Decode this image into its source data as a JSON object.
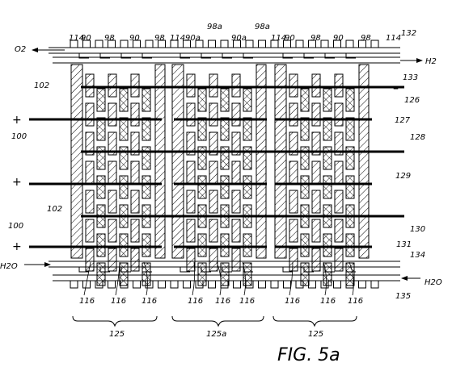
{
  "figure": {
    "caption": "FIG. 5a",
    "labels": {
      "top_refs": [
        "114",
        "90",
        "98",
        "90",
        "98",
        "114",
        "90a",
        "98a",
        "90a",
        "98a",
        "114",
        "90",
        "98",
        "90",
        "98",
        "114"
      ],
      "top_ref_132": "132",
      "o2": "O2",
      "h2": "H2",
      "r133": "133",
      "r126": "126",
      "r102a": "102",
      "r102b": "102",
      "r100a": "100",
      "r100b": "100",
      "r127": "127",
      "r128": "128",
      "r129": "129",
      "r130": "130",
      "r131": "131",
      "r134": "134",
      "r135": "135",
      "h2o_left": "H2O",
      "h2o_right": "H2O",
      "bottom_refs": [
        "116",
        "116",
        "116",
        "116",
        "116",
        "116",
        "116",
        "116",
        "116"
      ],
      "groups": [
        "125",
        "125a",
        "125"
      ],
      "plus": "+",
      "minus": "–"
    }
  }
}
